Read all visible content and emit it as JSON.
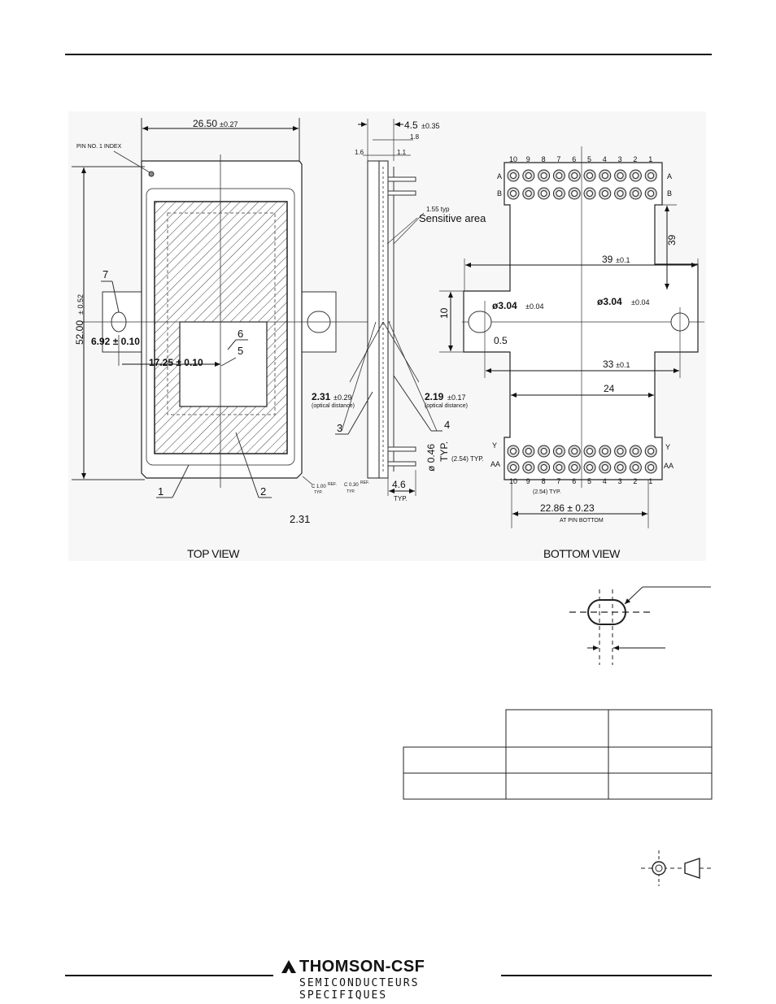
{
  "top_view": {
    "caption": "TOP VIEW",
    "pin_index": "PIN NO. 1 INDEX",
    "width_dim": "26.50",
    "width_tol": "±0.27",
    "height_dim": "52.00",
    "height_tol": "± 0.52",
    "dim_hole_x": "6.92 ± 0.10",
    "dim_center_x": "17.25 ± 0.10",
    "callouts": [
      "1",
      "2",
      "5",
      "6",
      "7"
    ],
    "chamfer_1": "C 1.00",
    "chamfer_2": "C 0.30",
    "ref": "REF.",
    "typ": "TYP.",
    "bottom_note": "2.31"
  },
  "side_view": {
    "thickness": "4.5",
    "thickness_tol": "±0.35",
    "dim_1_8": "1.8",
    "dim_1_6": "1.6",
    "dim_1_1": "1.1",
    "dim_1_55": "1.55 typ",
    "sensitive_area": "Sensitive area",
    "optical_left": "2.31",
    "optical_left_tol": "±0.29",
    "optical_right": "2.19",
    "optical_right_tol": "±0.17",
    "optical_note": "(optical distance)",
    "callout_3": "3",
    "callout_4": "4",
    "pin_dia": "ø 0.46",
    "pin_typ": "TYP.",
    "pin_len": "4.6",
    "pin_len_typ": "TYP."
  },
  "bottom_view": {
    "caption": "BOTTOM VIEW",
    "columns": [
      "10",
      "9",
      "8",
      "7",
      "6",
      "5",
      "4",
      "3",
      "2",
      "1"
    ],
    "row_a": "A",
    "row_b": "B",
    "row_y": "Y",
    "row_aa": "AA",
    "dim_39_vertical": "39",
    "dim_39": "39",
    "dim_39_tol": "±0.1",
    "hole_left": "ø3.04",
    "hole_left_tol": "±0.04",
    "hole_right": "ø3.04",
    "hole_right_tol": "±0.04",
    "dim_10": "10",
    "dim_0_5": "0.5",
    "dim_33": "33",
    "dim_33_tol": "±0.1",
    "dim_24": "24",
    "pitch": "(2.54) TYP.",
    "pitch_bottom": "(2.54) TYP.",
    "span": "22.86 ± 0.23",
    "span_note": "AT PIN BOTTOM"
  },
  "table": {
    "header": [
      "",
      "",
      ""
    ],
    "rows": [
      [
        "",
        "",
        ""
      ],
      [
        "",
        "",
        ""
      ]
    ]
  },
  "footer": {
    "brand": "THOMSON-CSF",
    "subtitle": "SEMICONDUCTEURS SPECIFIQUES"
  }
}
